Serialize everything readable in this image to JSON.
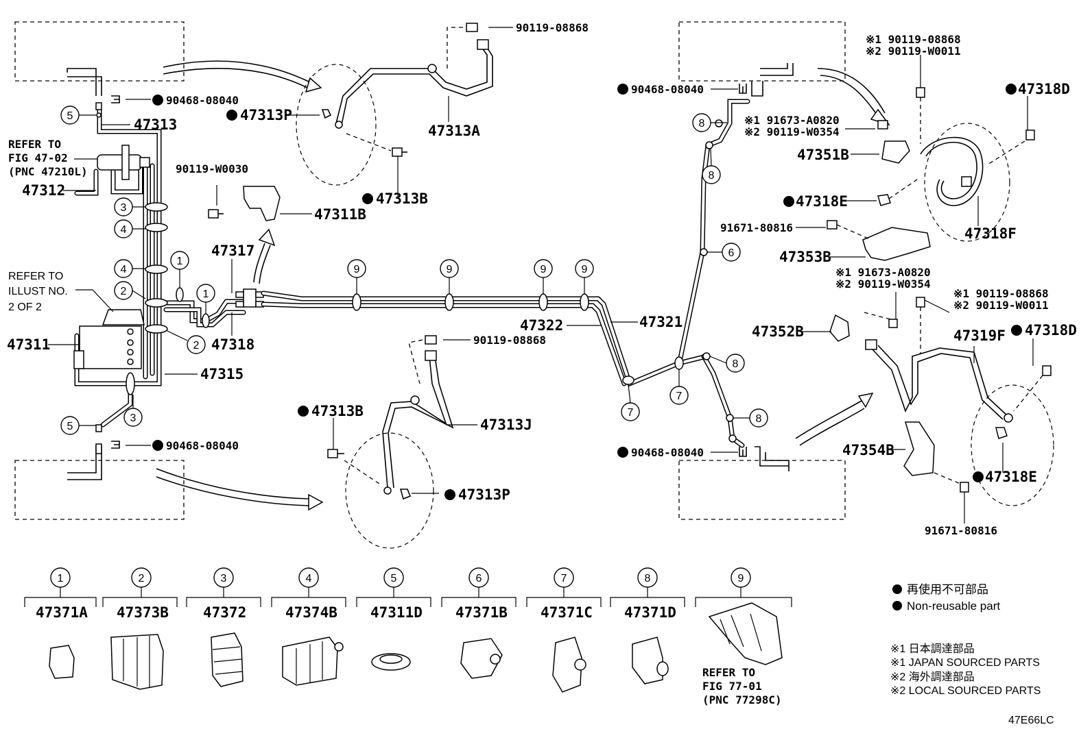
{
  "figure_code": "47E66LC",
  "callouts": {
    "p47313": "47313",
    "p47312": "47312",
    "p47311": "47311",
    "p47315": "47315",
    "p47317": "47317",
    "p47318": "47318",
    "p47311B": "47311B",
    "p90119_W0030": "90119-W0030",
    "p90468_tl": "90468-08040",
    "p90468_bl": "90468-08040",
    "p47313P_top": "47313P",
    "p47313B_top": "47313B",
    "p47313A": "47313A",
    "p90119_08868_top": "90119-08868",
    "p90119_08868_mid": "90119-08868",
    "p47313B_bot": "47313B",
    "p47313J": "47313J",
    "p47313P_bot": "47313P",
    "p47322": "47322",
    "p47321": "47321",
    "p90468_tr": "90468-08040",
    "p90468_br": "90468-08040",
    "p47351B": "47351B",
    "p47318E_top": "47318E",
    "p91671_top": "91671-80816",
    "p47353B": "47353B",
    "p47352B": "47352B",
    "p47354B": "47354B",
    "p47318D_top": "47318D",
    "p47318F": "47318F",
    "p47319F": "47319F",
    "p47318D_bot": "47318D",
    "p47318E_bot": "47318E",
    "p91671_bot": "91671-80816"
  },
  "alt_parts": {
    "a_top_1": "※1 90119-08868",
    "a_top_2": "※2 90119-W0011",
    "b_top_1": "※1 91673-A0820",
    "b_top_2": "※2 90119-W0354",
    "b_mid_1": "※1 91673-A0820",
    "b_mid_2": "※2 90119-W0354",
    "a_mid_1": "※1 90119-08868",
    "a_mid_2": "※2 90119-W0011"
  },
  "refer_notes": {
    "fig4702_l1": "REFER TO",
    "fig4702_l2": "FIG 47-02",
    "fig4702_l3": "(PNC 47210L)",
    "illust_l1": "REFER TO",
    "illust_l2": "ILLUST NO.",
    "illust_l3": "2 OF 2",
    "fig7701_l1": "REFER TO",
    "fig7701_l2": "FIG 77-01",
    "fig7701_l3": "(PNC 77298C)"
  },
  "clamp_numbers": [
    "1",
    "2",
    "3",
    "4",
    "5",
    "6",
    "7",
    "8",
    "9"
  ],
  "clamp_table": [
    {
      "n": "1",
      "part": "47371A"
    },
    {
      "n": "2",
      "part": "47373B"
    },
    {
      "n": "3",
      "part": "47372"
    },
    {
      "n": "4",
      "part": "47374B"
    },
    {
      "n": "5",
      "part": "47311D"
    },
    {
      "n": "6",
      "part": "47371B"
    },
    {
      "n": "7",
      "part": "47371C"
    },
    {
      "n": "8",
      "part": "47371D"
    },
    {
      "n": "9",
      "part": ""
    }
  ],
  "legend": {
    "nonreusable_jp": "再使用不可部品",
    "nonreusable_en": "Non-reusable part",
    "note1_jp": "※1 日本調達部品",
    "note1_en": "※1 JAPAN SOURCED PARTS",
    "note2_jp": "※2 海外調達部品",
    "note2_en": "※2 LOCAL SOURCED PARTS"
  }
}
